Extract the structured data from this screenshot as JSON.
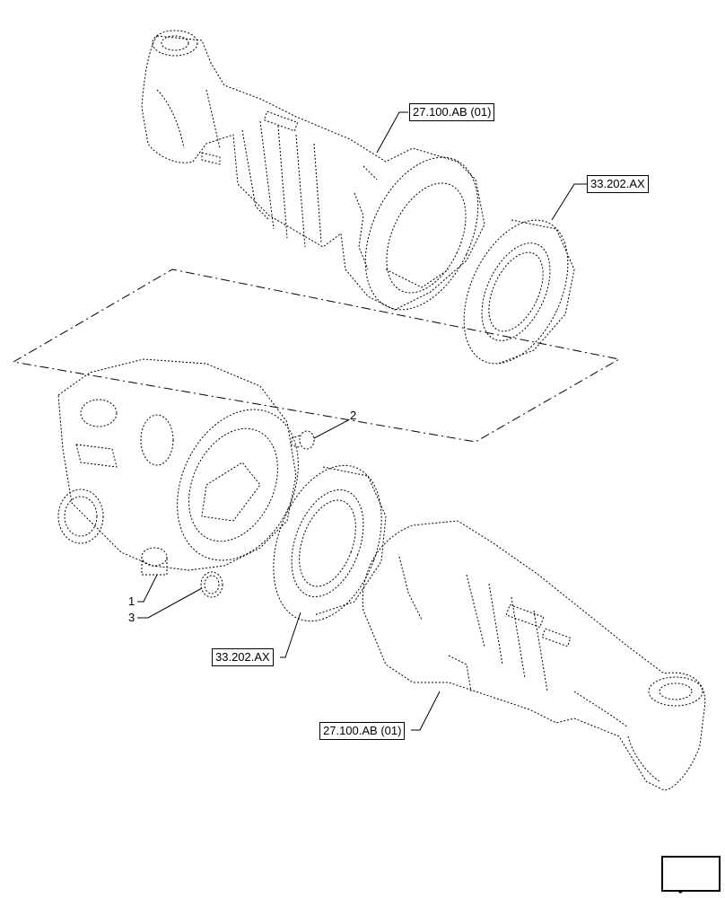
{
  "diagram": {
    "references": {
      "top_axle": "27.100.AB (01)",
      "top_flange": "33.202.AX",
      "bottom_flange": "33.202.AX",
      "bottom_axle": "27.100.AB (01)"
    },
    "callouts": {
      "item_1": "1",
      "item_2": "2",
      "item_3": "3"
    },
    "nav_icon": "arrow-next-page-icon",
    "line_color": "#000000"
  }
}
